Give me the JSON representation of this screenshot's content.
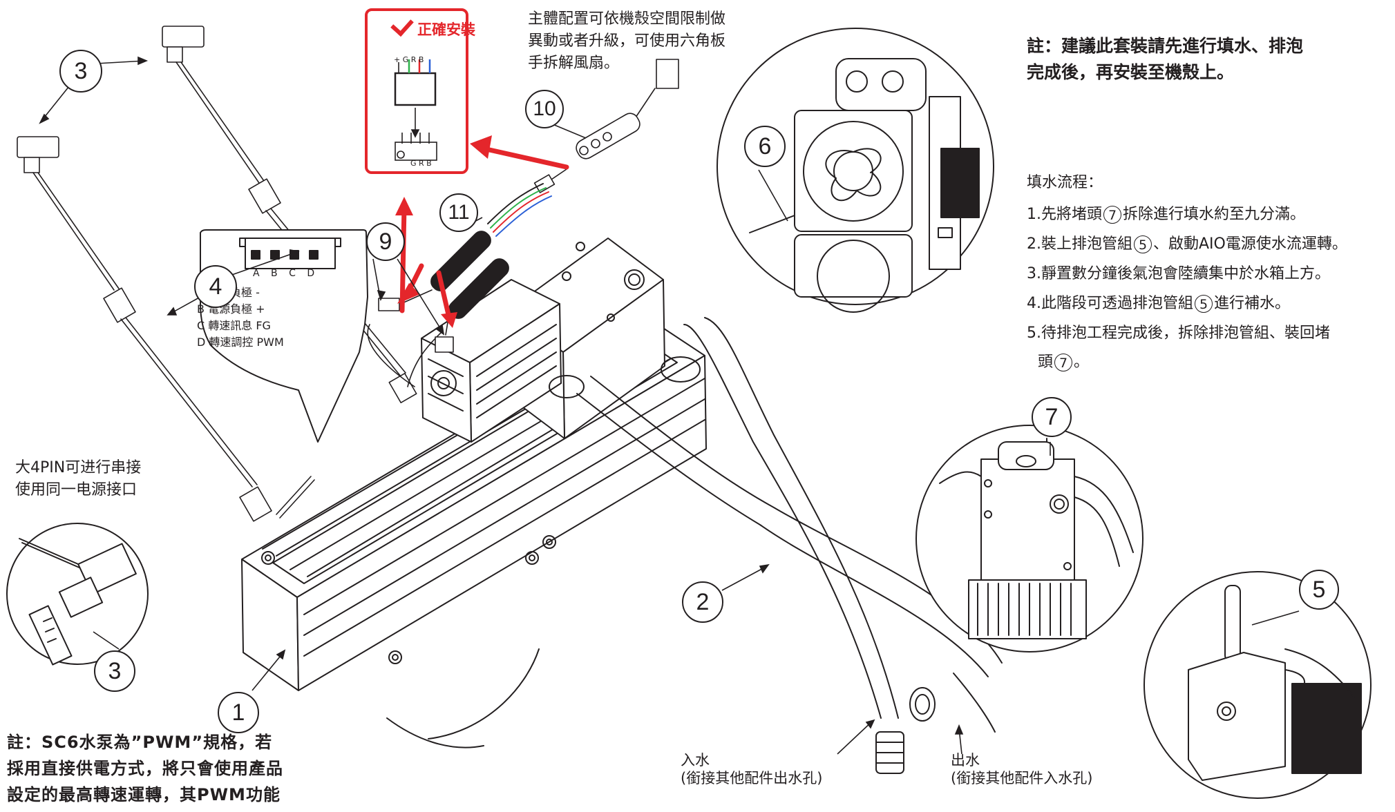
{
  "notes": {
    "top_right": [
      "註：建議此套裝請先進行填水、排泡",
      "完成後，再安裝至機殼上。"
    ],
    "main_body": [
      "主體配置可依機殼空間限制做",
      "異動或者升級，可使用六角板",
      "手拆解風扇。"
    ],
    "daisy_chain": [
      "大4PIN可进行串接",
      "使用同一电源接口"
    ],
    "bottom_left": [
      "註：SC6水泵為”PWM”規格，若",
      "採用直接供電方式，將只會使用產品",
      "設定的最高轉速運轉，其PWM功能"
    ]
  },
  "correct_install": {
    "label": "正確安裝",
    "top_pins": "+ G R B",
    "bottom_pins": "G R B"
  },
  "fill_process": {
    "title": "填水流程：",
    "steps": [
      {
        "pre": "1.先將堵頭",
        "ref": "7",
        "post": "拆除進行填水約至九分滿。"
      },
      {
        "pre": "2.裝上排泡管組",
        "ref": "5",
        "post": "、啟動AIO電源使水流運轉。"
      },
      {
        "pre": "3.靜置數分鐘後氣泡會陸續集中於水箱上方。",
        "ref": "",
        "post": ""
      },
      {
        "pre": "4.此階段可透過排泡管組",
        "ref": "5",
        "post": "進行補水。"
      },
      {
        "pre": "5.待排泡工程完成後，拆除排泡管組、裝回堵",
        "ref": "",
        "post": ""
      }
    ],
    "step5_cont_pre": "頭",
    "step5_cont_ref": "7",
    "step5_cont_post": "。"
  },
  "pinout": {
    "letters": [
      "A",
      "B",
      "C",
      "D"
    ],
    "lines": [
      "A  電源負極 -",
      "B  電源負極 +",
      "C  轉速訊息 FG",
      "D  轉速調控 PWM"
    ]
  },
  "water": {
    "inlet": [
      "入水",
      "(銜接其他配件出水孔)"
    ],
    "outlet": [
      "出水",
      "(銜接其他配件入水孔)"
    ]
  },
  "callouts": {
    "c1": "1",
    "c2": "2",
    "c3a": "3",
    "c3b": "3",
    "c4": "4",
    "c5": "5",
    "c6": "6",
    "c7": "7",
    "c9": "9",
    "c10": "10",
    "c11": "11"
  },
  "colors": {
    "accent_red": "#e4262b",
    "line": "#231f20",
    "wire_green": "#2db34a",
    "wire_red": "#e4262b",
    "wire_blue": "#2a5fd6"
  }
}
